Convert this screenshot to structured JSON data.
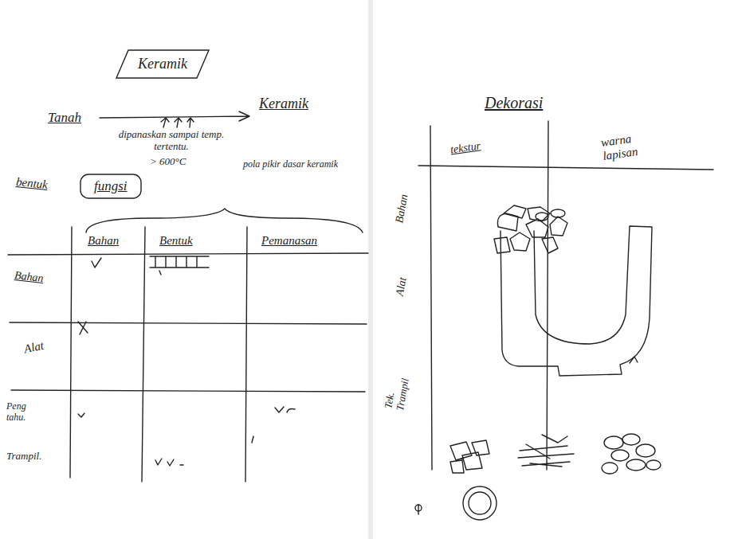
{
  "diagram": {
    "nodes": [
      {
        "text": [
          "Keramik"
        ]
      },
      {
        "text": [
          "fungsi"
        ]
      }
    ],
    "labels": [
      "Tanah",
      "Keramik",
      "dipanaskan sampai temp. tertentu.",
      "> 600°C",
      "pola pikir dasar keramik",
      "bentuk",
      "Bahan",
      "Bentuk",
      "Pemanasan",
      "Bahan",
      "Alat",
      "Peng tahu.",
      "Trampil.",
      "Dekorasi",
      "tekstur",
      "warna lapisan",
      "Bahan",
      "Alat",
      "Tek. Trampil"
    ]
  }
}
